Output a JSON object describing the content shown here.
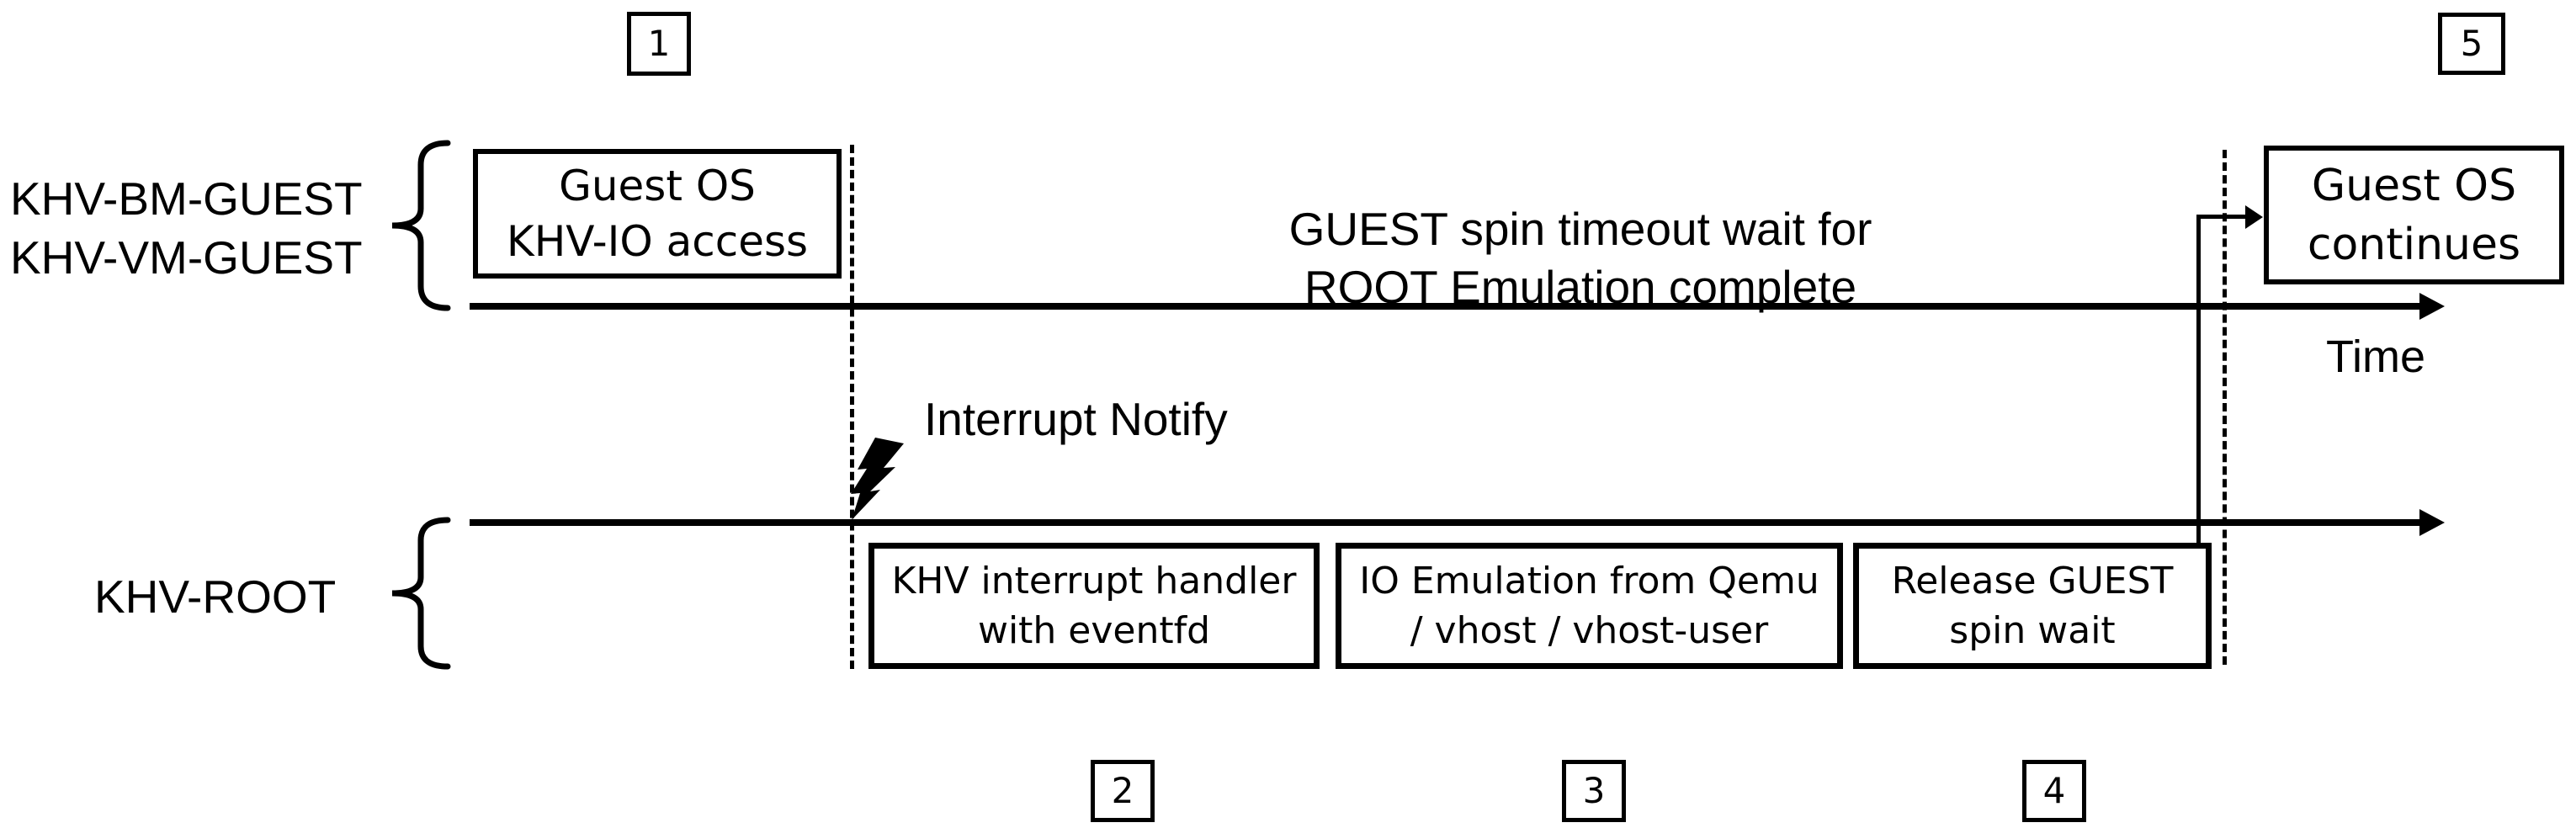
{
  "page": {
    "title": "KHV IO access timing diagram",
    "background_color": "#ffffff",
    "ink_color": "#000000"
  },
  "lanes": {
    "guest": {
      "labels": [
        "KHV-BM-GUEST",
        "KHV-VM-GUEST"
      ]
    },
    "root": {
      "label": "KHV-ROOT"
    },
    "axis_label": "Time"
  },
  "steps": {
    "one": "1",
    "two": "2",
    "three": "3",
    "four": "4",
    "five": "5"
  },
  "boxes": {
    "guest_io": {
      "lines": [
        "Guest OS",
        "KHV-IO access"
      ]
    },
    "guest_continues": {
      "lines": [
        "Guest OS",
        "continues"
      ]
    },
    "interrupt_handler": {
      "lines": [
        "KHV interrupt handler",
        "with eventfd"
      ]
    },
    "io_emulation": {
      "lines": [
        "IO Emulation from Qemu",
        "/ vhost / vhost-user"
      ]
    },
    "release_spin": {
      "lines": [
        "Release GUEST",
        "spin wait"
      ]
    }
  },
  "annotations": {
    "spin_wait": {
      "lines": [
        "GUEST spin timeout wait for",
        "ROOT Emulation complete"
      ]
    },
    "interrupt_notify": "Interrupt Notify"
  }
}
